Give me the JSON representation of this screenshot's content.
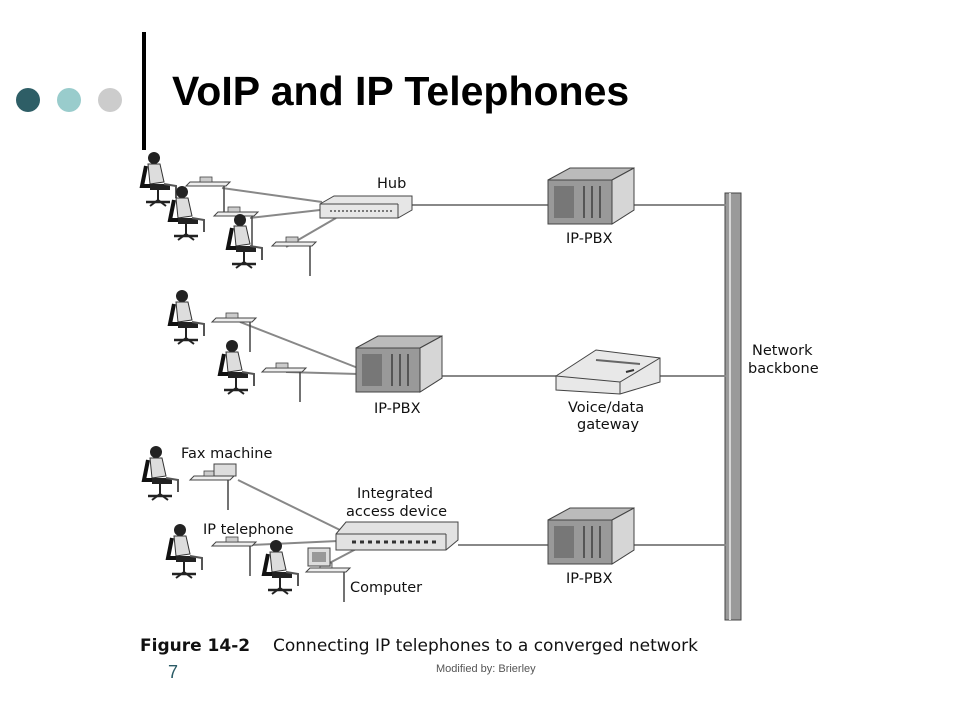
{
  "slide": {
    "title": "VoIP and IP Telephones",
    "number": "7",
    "footer": "Modified by: Brierley",
    "bullet_colors": [
      "#2e5e66",
      "#99cccc",
      "#cccccc"
    ]
  },
  "diagram": {
    "labels": {
      "hub": "Hub",
      "ippbx_1": "IP-PBX",
      "ippbx_2": "IP-PBX",
      "ippbx_3": "IP-PBX",
      "gateway_line1": "Voice/data",
      "gateway_line2": "gateway",
      "backbone_line1": "Network",
      "backbone_line2": "backbone",
      "fax": "Fax machine",
      "ip_telephone": "IP telephone",
      "iad_line1": "Integrated",
      "iad_line2": "access device",
      "computer": "Computer"
    },
    "caption": {
      "figure": "Figure 14-2",
      "text": "Connecting IP telephones to a converged network"
    }
  }
}
